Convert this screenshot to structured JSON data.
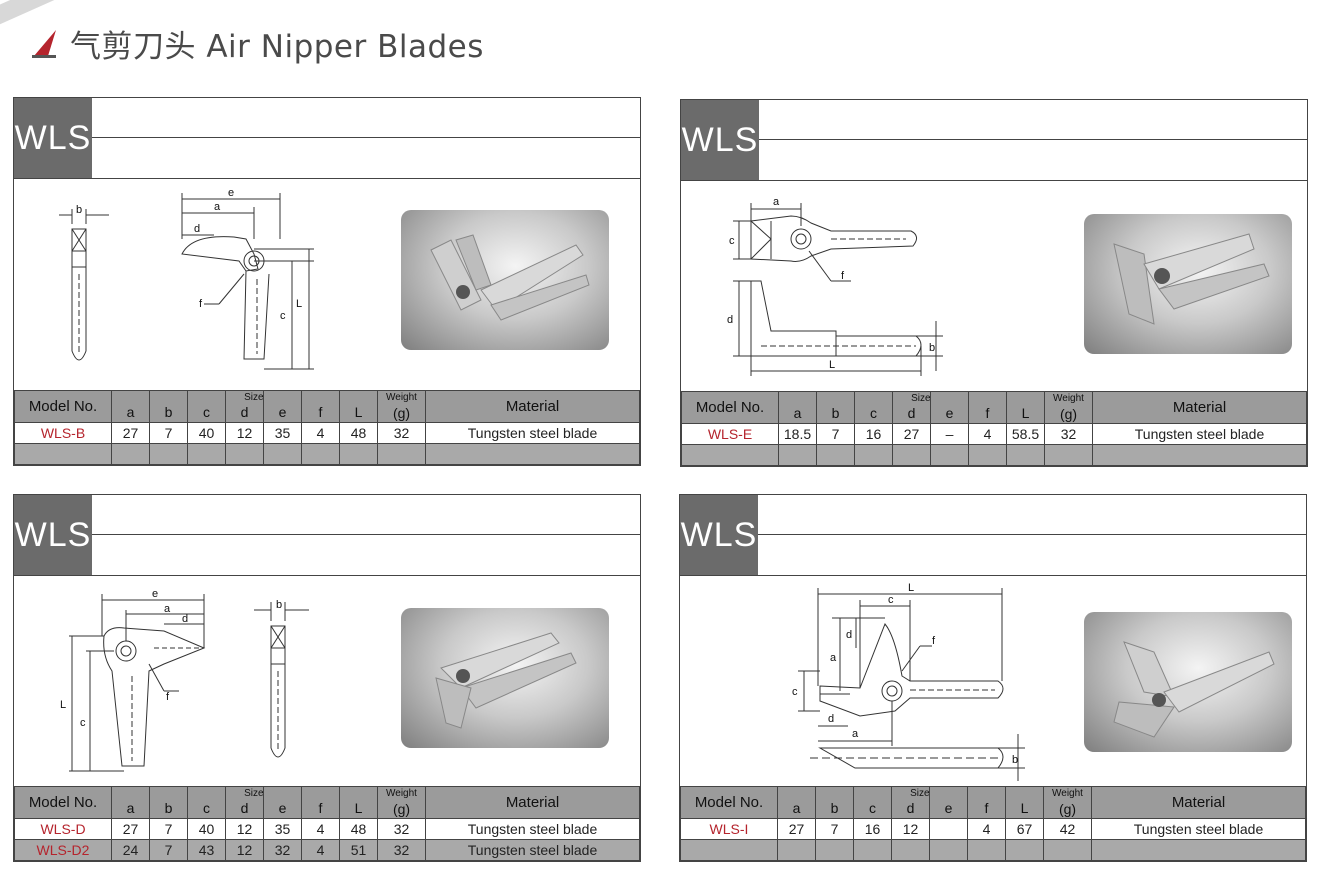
{
  "page": {
    "title": "气剪刀头 Air Nipper Blades"
  },
  "table_headers": {
    "model": "Model No.",
    "size_group": "Size(mm)",
    "a": "a",
    "b": "b",
    "c": "c",
    "d": "d",
    "e": "e",
    "f": "f",
    "L": "L",
    "weight_group": "Weight",
    "weight_unit": "(g)",
    "material": "Material"
  },
  "colors": {
    "accent_red": "#b5242d",
    "header_gray": "#6b6b6b",
    "table_head_gray": "#9b9b9b"
  },
  "cards": [
    {
      "series": "WLS",
      "rows": [
        {
          "model": "WLS-B",
          "a": "27",
          "b": "7",
          "c": "40",
          "d": "12",
          "e": "35",
          "f": "4",
          "L": "48",
          "weight": "32",
          "material": "Tungsten steel blade"
        }
      ],
      "dim_labels": {
        "a": "a",
        "b": "b",
        "c": "c",
        "d": "d",
        "e": "e",
        "f": "f",
        "L": "L"
      }
    },
    {
      "series": "WLS",
      "rows": [
        {
          "model": "WLS-E",
          "a": "18.5",
          "b": "7",
          "c": "16",
          "d": "27",
          "e": "–",
          "f": "4",
          "L": "58.5",
          "weight": "32",
          "material": "Tungsten steel blade"
        }
      ],
      "dim_labels": {
        "a": "a",
        "b": "b",
        "c": "c",
        "d": "d",
        "f": "f",
        "L": "L"
      }
    },
    {
      "series": "WLS",
      "rows": [
        {
          "model": "WLS-D",
          "a": "27",
          "b": "7",
          "c": "40",
          "d": "12",
          "e": "35",
          "f": "4",
          "L": "48",
          "weight": "32",
          "material": "Tungsten steel blade"
        },
        {
          "model": "WLS-D2",
          "a": "24",
          "b": "7",
          "c": "43",
          "d": "12",
          "e": "32",
          "f": "4",
          "L": "51",
          "weight": "32",
          "material": "Tungsten steel blade"
        }
      ],
      "dim_labels": {
        "a": "a",
        "b": "b",
        "c": "c",
        "d": "d",
        "e": "e",
        "f": "f",
        "L": "L"
      }
    },
    {
      "series": "WLS",
      "rows": [
        {
          "model": "WLS-I",
          "a": "27",
          "b": "7",
          "c": "16",
          "d": "12",
          "e": "",
          "f": "4",
          "L": "67",
          "weight": "42",
          "material": "Tungsten steel blade"
        }
      ],
      "dim_labels": {
        "a": "a",
        "b": "b",
        "c": "c",
        "d": "d",
        "f": "f",
        "L": "L"
      }
    }
  ]
}
